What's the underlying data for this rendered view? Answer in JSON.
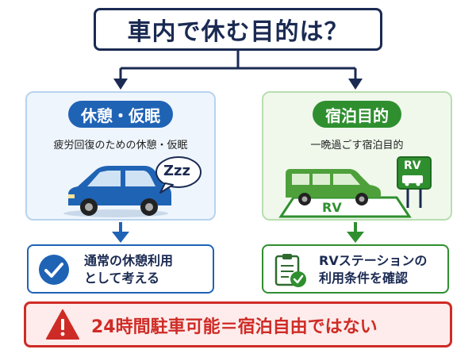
{
  "title": "車内で休む目的は？",
  "left": {
    "heading": "休憩・仮眠",
    "description": "疲労回復のための休憩・仮眠",
    "sleep_text": "Zzz",
    "result_line1": "通常の休憩利用",
    "result_line2": "として考える"
  },
  "right": {
    "heading": "宿泊目的",
    "description": "一晩過ごす宿泊目的",
    "sign_text": "RV",
    "ground_text": "RV",
    "result_line1": "RVステーションの",
    "result_line2": "利用条件を確認"
  },
  "warning": {
    "text": "24時間駐車可能＝宿泊自由ではない"
  },
  "colors": {
    "navy": "#1a2a52",
    "blue": "#1f63b5",
    "green": "#2f8f2f",
    "red": "#cf2b26"
  }
}
